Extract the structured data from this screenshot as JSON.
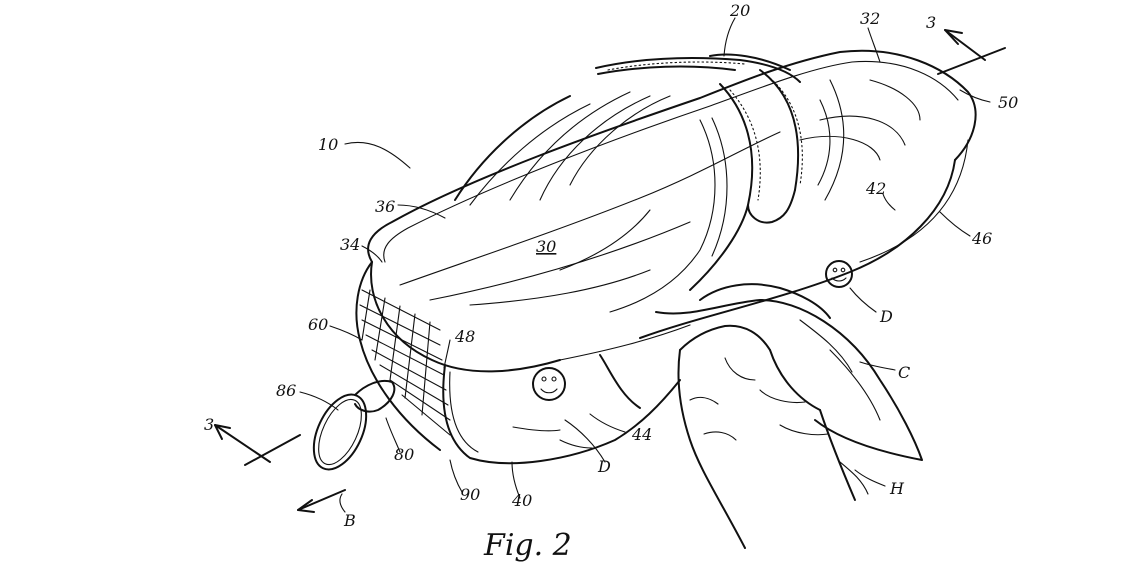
{
  "figure": {
    "caption": "Fig. 2",
    "labels": {
      "l10": "10",
      "l20": "20",
      "l30": "30",
      "l32": "32",
      "l34": "34",
      "l36": "36",
      "l40": "40",
      "l42": "42",
      "l44": "44",
      "l46": "46",
      "l48": "48",
      "l50": "50",
      "l60": "60",
      "l80": "80",
      "l86": "86",
      "l90": "90",
      "lC": "C",
      "lD1": "D",
      "lD2": "D",
      "lH": "H",
      "lB": "B",
      "l3a": "3",
      "l3b": "3"
    }
  }
}
